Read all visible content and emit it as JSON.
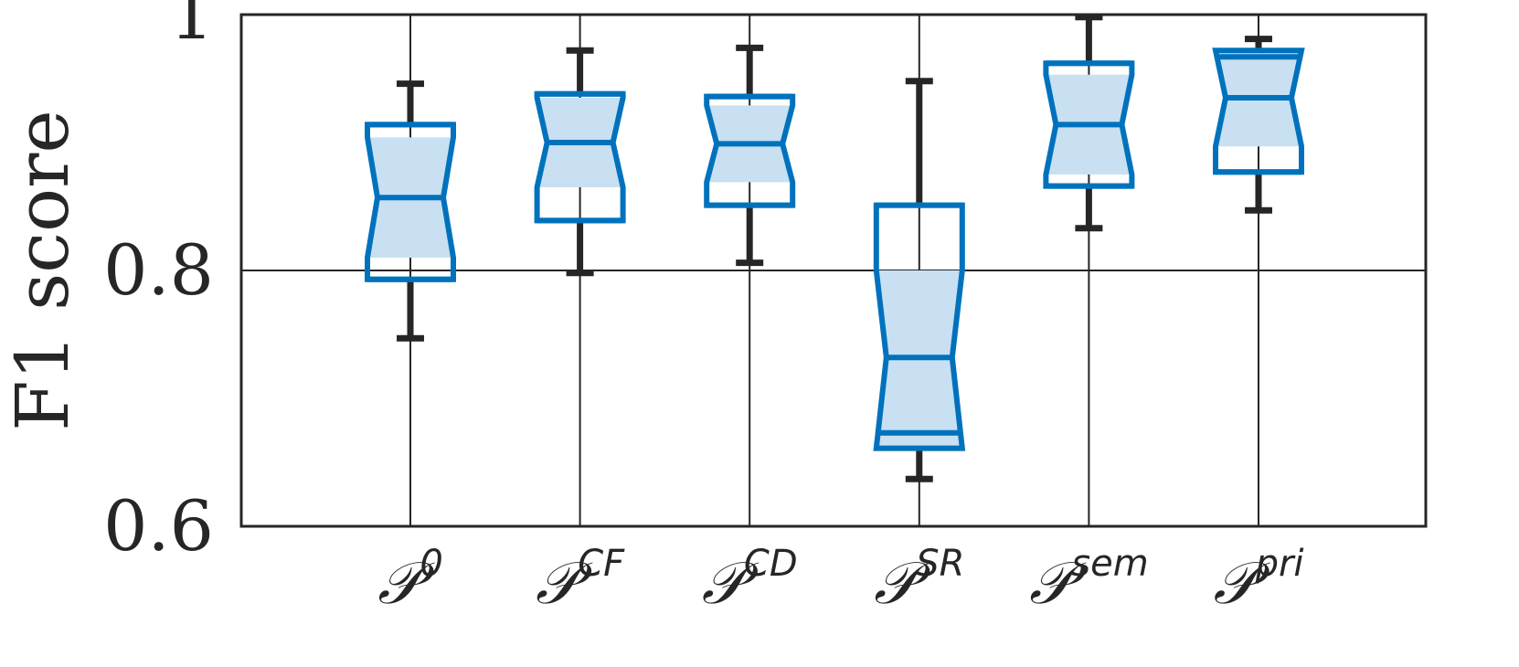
{
  "chart_data": {
    "type": "box",
    "title": "",
    "xlabel": "",
    "ylabel": "F1 score",
    "ylim": [
      0.6,
      1.0
    ],
    "yticks": [
      0.6,
      0.8,
      1.0
    ],
    "ytick_labels": [
      "0.6",
      "0.8",
      "1"
    ],
    "grid": true,
    "notched": true,
    "colors": {
      "box": "#0072BD",
      "fill": "#C8E0F1",
      "whisker": "#262626",
      "axis": "#262626"
    },
    "categories": [
      {
        "base": "𝒫",
        "sup": "0"
      },
      {
        "base": "𝒫",
        "sup": "CF"
      },
      {
        "base": "𝒫",
        "sup": "CD"
      },
      {
        "base": "𝒫",
        "sup": "SR"
      },
      {
        "base": "𝒫",
        "sup": "sem"
      },
      {
        "base": "𝒫",
        "sup": "pri"
      }
    ],
    "boxes": [
      {
        "whisker_low": 0.747,
        "q1": 0.793,
        "notch_low": 0.81,
        "median": 0.857,
        "notch_high": 0.904,
        "q3": 0.914,
        "whisker_high": 0.946
      },
      {
        "whisker_low": 0.798,
        "q1": 0.839,
        "notch_low": 0.865,
        "median": 0.9,
        "notch_high": 0.935,
        "q3": 0.938,
        "whisker_high": 0.972
      },
      {
        "whisker_low": 0.806,
        "q1": 0.851,
        "notch_low": 0.869,
        "median": 0.899,
        "notch_high": 0.929,
        "q3": 0.936,
        "whisker_high": 0.974
      },
      {
        "whisker_low": 0.637,
        "q1": 0.673,
        "notch_low": 0.661,
        "median": 0.732,
        "notch_high": 0.8,
        "q3": 0.851,
        "whisker_high": 0.948
      },
      {
        "whisker_low": 0.833,
        "q1": 0.866,
        "notch_low": 0.875,
        "median": 0.914,
        "notch_high": 0.953,
        "q3": 0.962,
        "whisker_high": 0.998
      },
      {
        "whisker_low": 0.847,
        "q1": 0.877,
        "notch_low": 0.897,
        "median": 0.935,
        "notch_high": 0.972,
        "q3": 0.967,
        "whisker_high": 0.981
      }
    ]
  }
}
